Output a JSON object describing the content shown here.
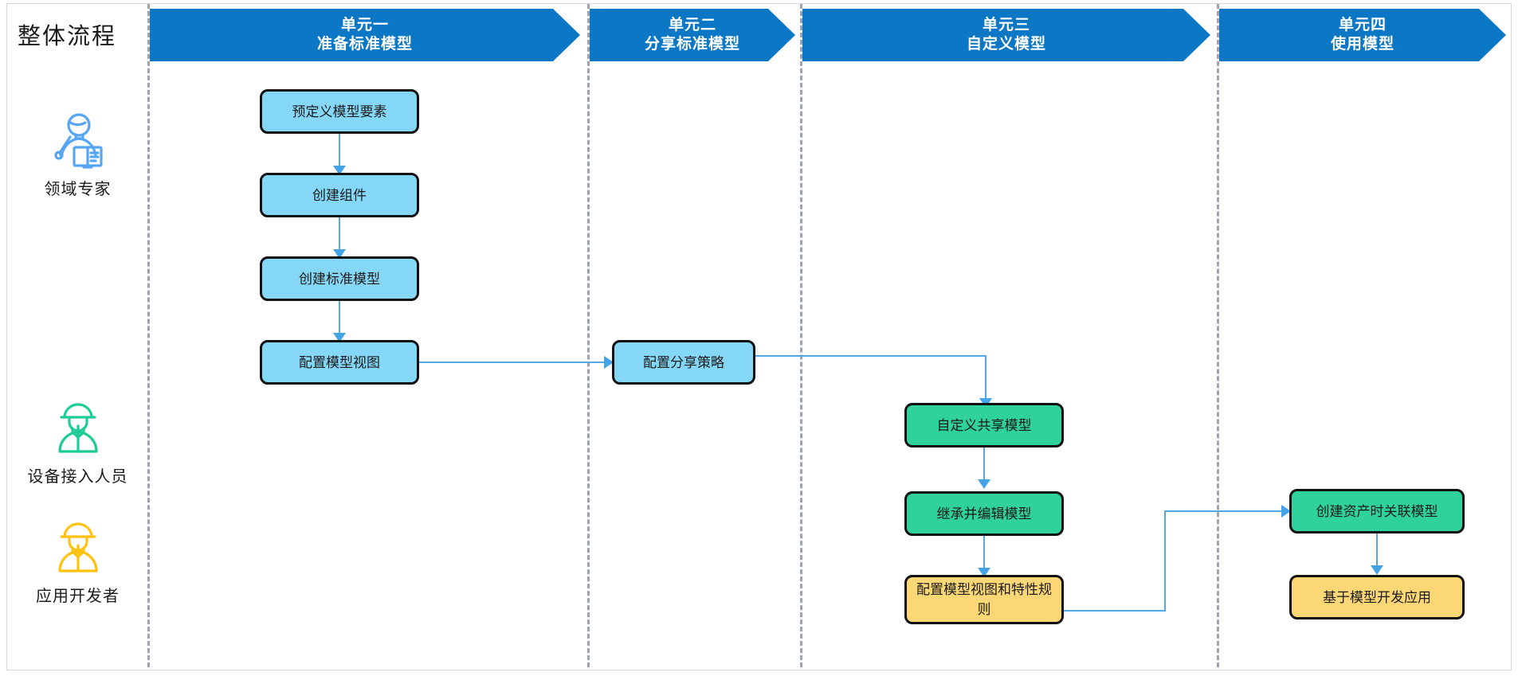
{
  "diagram": {
    "overall_label": "整体流程",
    "phases": [
      {
        "id": "phase-1",
        "line1": "单元一",
        "line2": "准备标准模型"
      },
      {
        "id": "phase-2",
        "line1": "单元二",
        "line2": "分享标准模型"
      },
      {
        "id": "phase-3",
        "line1": "单元三",
        "line2": "自定义模型"
      },
      {
        "id": "phase-4",
        "line1": "单元四",
        "line2": "使用模型"
      }
    ],
    "roles": [
      {
        "id": "role-domain-expert",
        "label": "领域专家",
        "icon": "teacher-expert-icon",
        "color": "#57A6F5"
      },
      {
        "id": "role-device-access",
        "label": "设备接入人员",
        "icon": "worker-helmet-icon",
        "color": "#1ECC96"
      },
      {
        "id": "role-app-developer",
        "label": "应用开发者",
        "icon": "worker-helmet-icon",
        "color": "#FFC20E"
      }
    ],
    "nodes": [
      {
        "id": "node-predefine-model-elements",
        "label": "预定义模型要素",
        "color": "blue"
      },
      {
        "id": "node-create-component",
        "label": "创建组件",
        "color": "blue"
      },
      {
        "id": "node-create-standard-model",
        "label": "创建标准模型",
        "color": "blue"
      },
      {
        "id": "node-configure-model-view",
        "label": "配置模型视图",
        "color": "blue"
      },
      {
        "id": "node-configure-share-policy",
        "label": "配置分享策略",
        "color": "blue"
      },
      {
        "id": "node-customize-shared-model",
        "label": "自定义共享模型",
        "color": "green"
      },
      {
        "id": "node-inherit-edit-model",
        "label": "继承并编辑模型",
        "color": "green"
      },
      {
        "id": "node-configure-view-and-property-rules",
        "label": "配置模型视图和特性规则",
        "color": "yellow"
      },
      {
        "id": "node-associate-model-on-asset-create",
        "label": "创建资产时关联模型",
        "color": "green"
      },
      {
        "id": "node-develop-app-on-model",
        "label": "基于模型开发应用",
        "color": "yellow"
      }
    ],
    "colors": {
      "phase_banner": "#0C77C4",
      "node_blue": "#85D7F7",
      "node_green": "#2FD29C",
      "node_yellow": "#FCD775",
      "connector": "#54A8E8",
      "lane_separator": "#9EA3B4",
      "frame_border": "#D4D6DD"
    }
  }
}
